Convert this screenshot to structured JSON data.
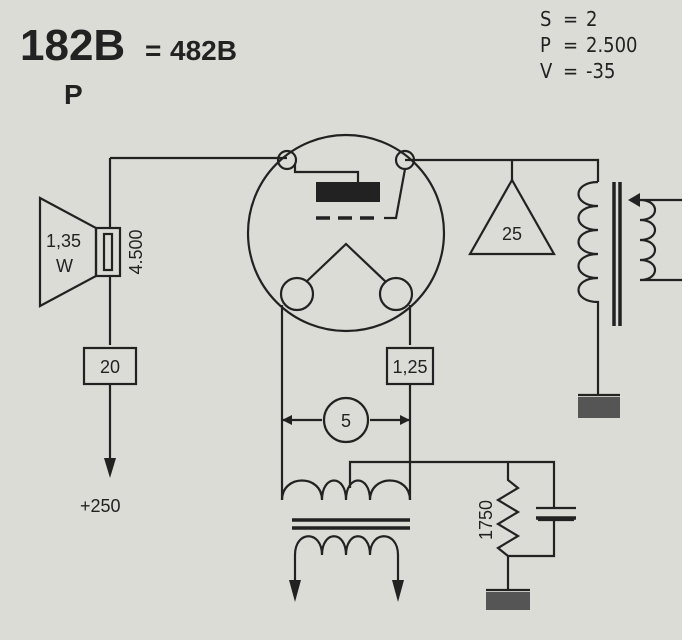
{
  "header": {
    "model": "182B",
    "equals": "=",
    "alt_model": "482B",
    "type_letter": "P"
  },
  "specs": [
    {
      "key": "S",
      "eq": "=",
      "value": "2"
    },
    {
      "key": "P",
      "eq": "=",
      "value": "2.500"
    },
    {
      "key": "V",
      "eq": "=",
      "value": "-35"
    }
  ],
  "components": {
    "speaker_power_line1": "1,35",
    "speaker_power_line2": "W",
    "speaker_impedance": "4.500",
    "resistor_20": "20",
    "supply": "+250",
    "capacitor_25": "25",
    "resistor_125": "1,25",
    "filament_5": "5",
    "resistor_1750": "1750"
  },
  "colors": {
    "ink": "#222222",
    "paper": "#dcdcd6"
  }
}
